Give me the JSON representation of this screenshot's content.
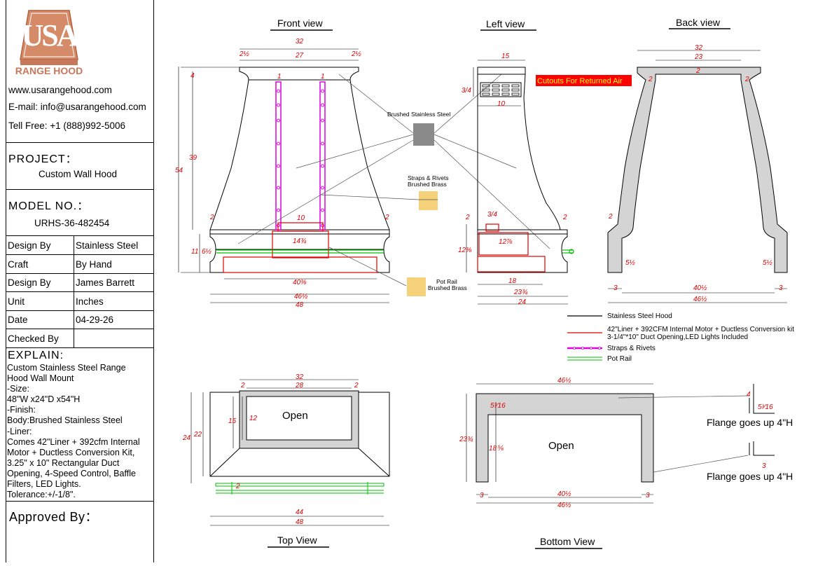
{
  "brand": {
    "logo_text": "USA",
    "logo_sub": "RANGE HOOD"
  },
  "contact": {
    "website": "www.usarangehood.com",
    "email": "E-mail: info@usarangehood.com",
    "phone": "Tell Free: +1 (888)992-5006"
  },
  "project": {
    "label": "PROJECT：",
    "value": "Custom Wall Hood"
  },
  "model": {
    "label": "MODEL NO.：",
    "value": "URHS-36-482454"
  },
  "specs": [
    {
      "key": "Design By",
      "value": "Stainless Steel"
    },
    {
      "key": "Craft",
      "value": "By Hand"
    },
    {
      "key": "Design By",
      "value": "James Barrett"
    },
    {
      "key": "Unit",
      "value": "Inches"
    },
    {
      "key": "Date",
      "value": "04-29-26"
    },
    {
      "key": "Checked By",
      "value": ""
    }
  ],
  "explain": {
    "label": "EXPLAIN:",
    "body": "Custom Stainless Steel Range\nHood Wall Mount\n-Size:\n48\"W x24\"D x54\"H\n-Finish:\nBody:Brushed Stainless Steel\n-Liner:\nComes 42\"Liner + 392cfm Internal\nMotor + Ductless Conversion Kit,\n3.25\" x 10\" Rectangular Duct\nOpening, 4-Speed Control, Baffle\nFilters, LED Lights.\nTolerance:+/-1/8\"."
  },
  "approved": {
    "label": "Approved By："
  },
  "views": {
    "front": "Front view",
    "left": "Left view",
    "back": "Back view",
    "top": "Top View",
    "bottom": "Bottom View"
  },
  "callouts": {
    "cutouts": "Cutouts For Returned Air",
    "brushed_ss": "Brushed Stainless Steel",
    "straps_1": "Straps & Rivets",
    "straps_2": "Brushed Brass",
    "potrail_1": "Pot Rail",
    "potrail_2": "Brushed Brass",
    "open_top": "Open",
    "open_bottom": "Open",
    "flange_1": "Flange goes up 4\"H",
    "flange_2": "Flange goes up 4\"H"
  },
  "legend": [
    {
      "label": "Stainless Steel Hood",
      "color": "#000000"
    },
    {
      "label": "42\"Liner + 392CFM Internal Motor + Ductless Conversion kit",
      "label2": "3-1/4\"*10\" Duct Opening,LED Lights Included",
      "color": "#e00000"
    },
    {
      "label": "Straps & Rivets",
      "color": "#e000e0"
    },
    {
      "label": "Pot Rail",
      "color": "#00c000"
    }
  ],
  "dims": {
    "front": {
      "w32": "32",
      "w27": "27",
      "side_l": "2½",
      "side_r": "2½",
      "h4": "4",
      "h39": "39",
      "h54": "54",
      "s1a": "1",
      "s1b": "1",
      "w10": "10",
      "l14": "14¾",
      "c2l": "2",
      "c2r": "2",
      "h11": "11",
      "h6": "6½",
      "w40": "40⅜",
      "w46": "46½",
      "w48": "48"
    },
    "left": {
      "w15": "15",
      "h3": "3/4",
      "w10": "10",
      "h3b": "3/4",
      "c2l": "2",
      "c2r": "2",
      "h12": "12⅜",
      "l12": "12⅞",
      "w18": "18",
      "w23": "23¾",
      "w24": "24"
    },
    "back": {
      "w32": "32",
      "w23": "23",
      "c2t": "2",
      "c2l": "2",
      "c2r": "2",
      "c2s": "2",
      "h5l": "5½",
      "h5r": "5½",
      "s3l": "3",
      "s3r": "3",
      "w40": "40½",
      "w46": "46½"
    },
    "top": {
      "w32": "32",
      "w28": "28",
      "c2l": "2",
      "c2r": "2",
      "h15": "15",
      "h12": "12",
      "h24": "24",
      "h22": "22",
      "c2b": "2",
      "w44": "44",
      "w48": "48"
    },
    "bottom": {
      "w46": "46½",
      "h5": "5³⁄16",
      "h23": "23¾",
      "h18": "18⅚",
      "s3l": "3",
      "s3r": "3",
      "w40": "40½",
      "w46b": "46½",
      "f1": "4",
      "f1w": "5³⁄16",
      "f2": "3"
    }
  },
  "colors": {
    "red": "#e00000",
    "magenta": "#e000e0",
    "green": "#00c000",
    "brass": "#f5d27a",
    "steel": "#8a8a8a",
    "plate": "#d4d4d4",
    "logo": "#c8785a"
  }
}
